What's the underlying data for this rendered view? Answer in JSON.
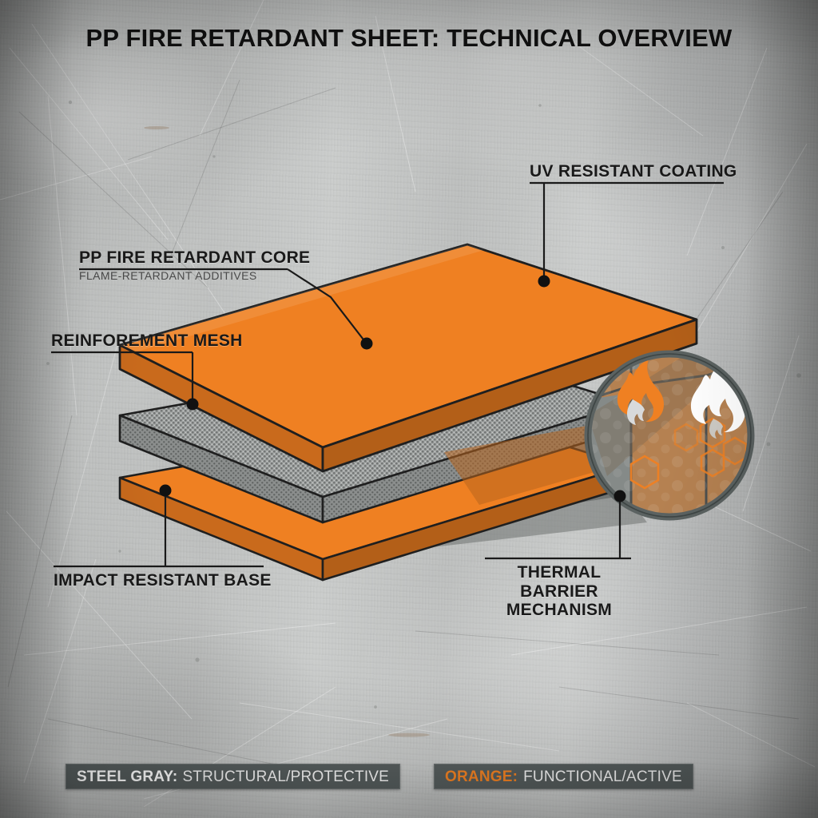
{
  "title": "PP FIRE RETARDANT SHEET: TECHNICAL OVERVIEW",
  "labels": {
    "uv_coating": "UV RESISTANT COATING",
    "core": "PP FIRE RETARDANT CORE",
    "core_sub": "FLAME-RETARDANT ADDITIVES",
    "mesh": "REINFOREMENT MESH",
    "base": "IMPACT RESISTANT BASE",
    "thermal": "THERMAL BARRIER MECHANISM"
  },
  "legend": {
    "gray_key": "STEEL GRAY:",
    "gray_value": "STRUCTURAL/PROTECTIVE",
    "orange_key": "ORANGE:",
    "orange_value": "FUNCTIONAL/ACTIVE"
  },
  "colors": {
    "orange": "#ef8022",
    "orange_dark": "#c96a1c",
    "orange_shadow": "#9e5a22",
    "steel_gray": "#545b5b",
    "mesh_gray": "#9a9d9c",
    "outline": "#1f1f1f",
    "background": "#bfc1c0",
    "label_text": "#1a1a1a",
    "sub_text": "#4a4a4a",
    "flame_white": "#ffffff"
  },
  "detail_circle": {
    "name": "thermal-barrier-magnifier",
    "flame_left_color": "#ef8022",
    "flame_right_color": "#ffffff",
    "hexagon_color": "#ef8022",
    "overlay_color": "rgba(120,126,126,0.72)"
  }
}
